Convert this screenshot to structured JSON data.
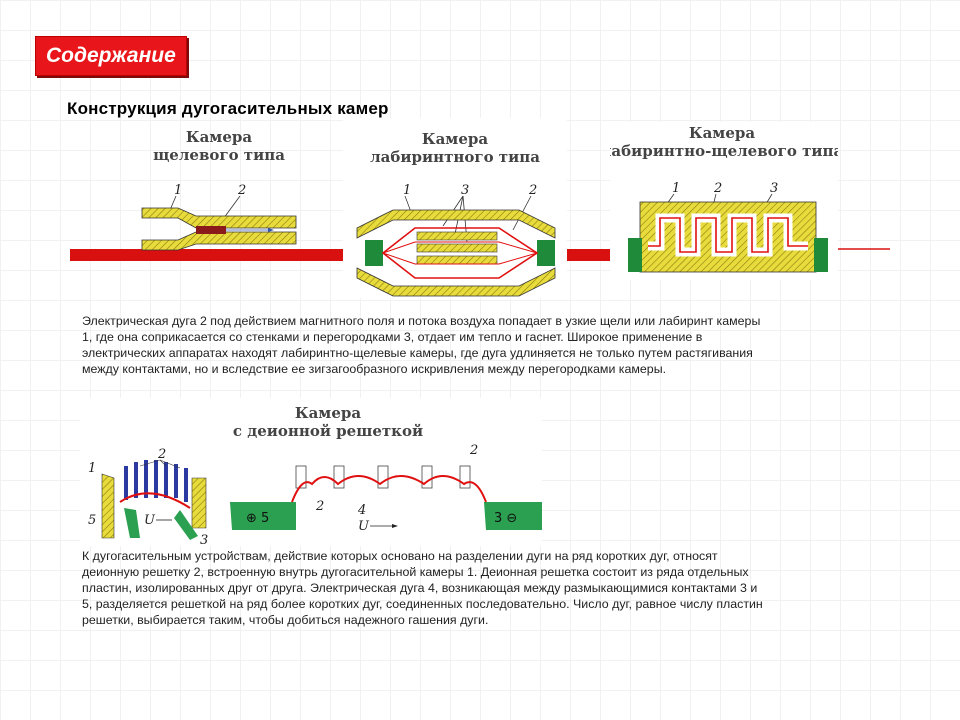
{
  "nav": {
    "contents_label": "Содержание"
  },
  "slide": {
    "title": "Конструкция дугогасительных камер"
  },
  "figures": {
    "slot": {
      "label_line1": "Камера",
      "label_line2": "щелевого типа",
      "n1": "1",
      "n2": "2"
    },
    "labyrinth": {
      "label_line1": "Камера",
      "label_line2": "лабиринтного типа",
      "n1": "1",
      "n3": "3",
      "n2": "2"
    },
    "labyrinth_slot": {
      "label_line1": "Камера",
      "label_line2": "лабиринтно-щелевого типа",
      "n1": "1",
      "n2": "2",
      "n3": "3"
    },
    "deion": {
      "label_line1": "Камера",
      "label_line2": "с деионной решеткой",
      "n1": "1",
      "n2": "2",
      "n5": "5",
      "n3": "3",
      "n4": "4",
      "u_label": "U",
      "left_contact": "⊕ 5",
      "right_contact": "3 ⊖"
    }
  },
  "text": {
    "para1": [
      "Электрическая дуга 2 под действием магнитного поля и потока воздуха попадает в узкие щели или лабиринт камеры",
      "1, где она соприкасается со стенками и перегородками 3, отдает им тепло и гаснет. Широкое применение в",
      "электрических аппаратах находят лабиринтно-щелевые камеры, где дуга удлиняется не только путем растягивания",
      "между контактами, но и вследствие ее зигзагообразного искривления между перегородками камеры."
    ],
    "para2": [
      "К дугогасительным устройствам, действие которых основано на разделении дуги на ряд коротких дуг, относят",
      "деионную решетку 2, встроенную внутрь дугогасительной камеры 1. Деионная решетка состоит из ряда отдельных",
      "пластин, изолированных друг от друга. Электрическая дуга 4, возникающая между размыкающимися контактами 3 и",
      "5, разделяется решеткой на ряд более коротких дуг, соединенных последовательно. Число дуг, равное числу пластин",
      "решетки, выбирается таким, чтобы добиться надежного гашения дуги."
    ]
  },
  "colors": {
    "accent_red": "#e8161a",
    "chamber_yellow": "#e8dc3c",
    "contact_green": "#1e8a3a",
    "arc_red": "#e01010"
  }
}
